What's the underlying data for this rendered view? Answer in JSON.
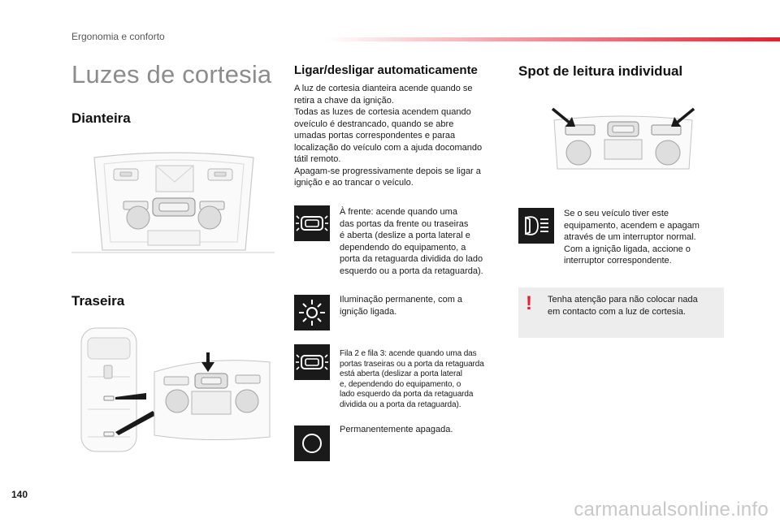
{
  "header": {
    "section": "Ergonomia e conforto",
    "accent_color": "#e2202f"
  },
  "page_title": "Luzes de cortesia",
  "left": {
    "front_heading": "Dianteira",
    "rear_heading": "Traseira"
  },
  "middle": {
    "heading": "Ligar/desligar automaticamente",
    "intro": [
      "A luz de cortesia dianteira acende quando se",
      "retira a chave da ignição.",
      "Todas as luzes de cortesia acendem quando",
      "oveículo é destrancado, quando se abre",
      "umadas portas correspondentes e paraa",
      "localização do veículo com a ajuda docomando",
      "tátil remoto.",
      "Apagam-se progressivamente depois se ligar a",
      "ignição e ao trancar o veículo."
    ],
    "modes": [
      {
        "icon": "door-light-icon",
        "lines": [
          "À frente: acende quando uma",
          "das portas da frente ou traseiras",
          "é aberta (deslize a porta lateral e",
          "dependendo do equipamento, a",
          "porta da retaguarda dividida do lado",
          "esquerdo ou a porta da retaguarda)."
        ]
      },
      {
        "icon": "permanent-light-icon",
        "lines": [
          "Iluminação permanente, com a",
          "ignição ligada."
        ]
      },
      {
        "icon": "door-light-icon",
        "lines": [
          "Fila 2 e fila 3: acende quando uma das",
          "portas traseiras ou a porta da retaguarda",
          "está aberta (deslizar a porta lateral",
          "e, dependendo do equipamento, o",
          "lado esquerdo da porta da retaguarda",
          "dividida ou a porta da retaguarda)."
        ]
      },
      {
        "icon": "light-off-icon",
        "lines": [
          "Permanentemente apagada."
        ]
      }
    ]
  },
  "right": {
    "heading": "Spot de leitura individual",
    "spot_icon": "reading-spot-icon",
    "spot_lines": [
      "Se o seu veículo tiver este",
      "equipamento, acendem e apagam",
      "através de um interruptor normal.",
      "Com a ignição ligada, accione o",
      "interruptor correspondente."
    ],
    "warning_mark": "!",
    "warning_lines": [
      "Tenha atenção para não colocar nada",
      "em contacto com a luz de cortesia."
    ]
  },
  "footer": {
    "page_number": "140",
    "watermark": "carmanualsonline.info"
  }
}
